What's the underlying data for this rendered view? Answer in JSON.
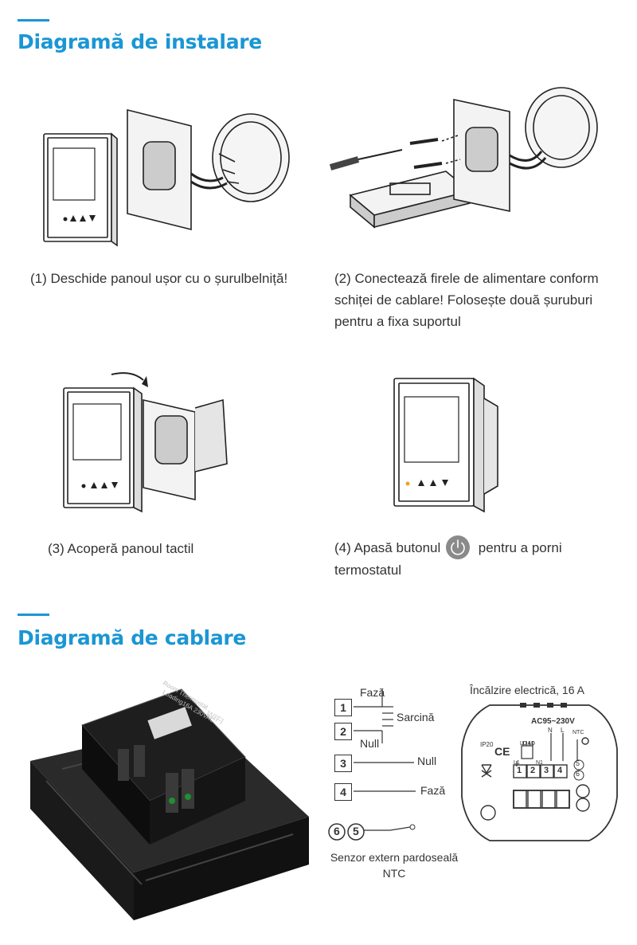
{
  "sections": {
    "installation": {
      "title": "Diagramă de instalare"
    },
    "wiring": {
      "title": "Diagramă de cablare"
    }
  },
  "steps": [
    {
      "caption": "(1) Deschide panoul ușor cu o șurulbelniță!"
    },
    {
      "caption": "(2) Conectează firele de alimentare conform schiței de cablare! Folosește două șuruburi pentru a fixa suportul"
    },
    {
      "caption": "(3) Acoperă panoul tactil"
    },
    {
      "caption_before": "(4) Apasă butonul",
      "caption_after": "pentru a porni termostatul",
      "icon": "power-icon"
    }
  ],
  "wiring_schema": {
    "terminals": [
      "1",
      "2",
      "3",
      "4"
    ],
    "labels": {
      "faza_top": "Fază",
      "sarcina": "Sarcină",
      "null_1": "Null",
      "null_2": "Null",
      "faza_bottom": "Fază"
    },
    "sensor_terminals": [
      "6",
      "5"
    ],
    "sensor_label_line1": "Senzor extern pardoseală",
    "sensor_label_line2": "NTC"
  },
  "board": {
    "title": "Încălzire electrică, 16 A",
    "voltage": "AC95~230V",
    "ip": "IP20",
    "ce": "CE",
    "load": "LOAD",
    "l1": "L1",
    "n1": "N1",
    "n": "N",
    "l": "L",
    "ntc": "NTC",
    "terminals": [
      "1",
      "2",
      "3",
      "4"
    ],
    "sensor_terminals": [
      "5",
      "6"
    ]
  },
  "device_back": {
    "brand_label": "WIFI",
    "product_line1": "Room Thermostat",
    "product_line2": "Loading16A 230VAC"
  },
  "colors": {
    "accent": "#1a96d4",
    "text": "#333333"
  }
}
